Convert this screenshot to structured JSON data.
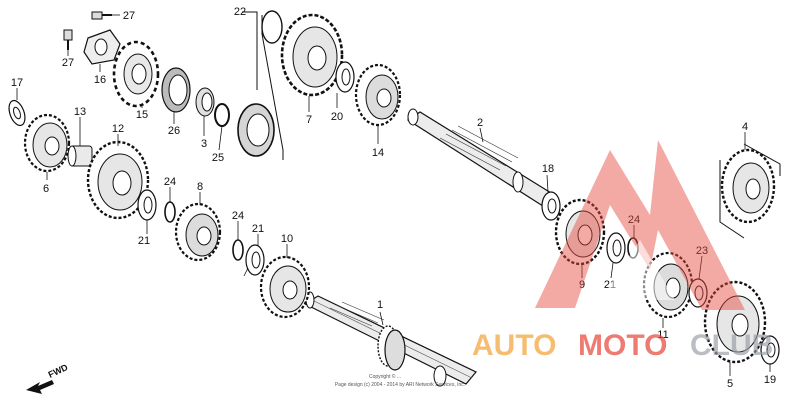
{
  "diagram": {
    "part_numbers": [
      "1",
      "2",
      "3",
      "4",
      "5",
      "6",
      "7",
      "8",
      "9",
      "10",
      "11",
      "12",
      "13",
      "14",
      "15",
      "16",
      "17",
      "18",
      "19",
      "20",
      "21",
      "21",
      "21",
      "22",
      "23",
      "24",
      "24",
      "24",
      "25",
      "26",
      "27",
      "27"
    ],
    "direction_label": "FWD",
    "copyright_line1": "Copyright © ...",
    "copyright_line2": "Page design (c) 2004 - 2014 by ARI Network Services, Inc."
  },
  "watermark": {
    "auto": "AUTO",
    "moto": "MOTO",
    "tail": "CLUB",
    "colors": {
      "auto": "#f2a33a",
      "moto": "#e8493c",
      "tail": "#9aa0a6",
      "triangle": "#e8493c"
    }
  }
}
